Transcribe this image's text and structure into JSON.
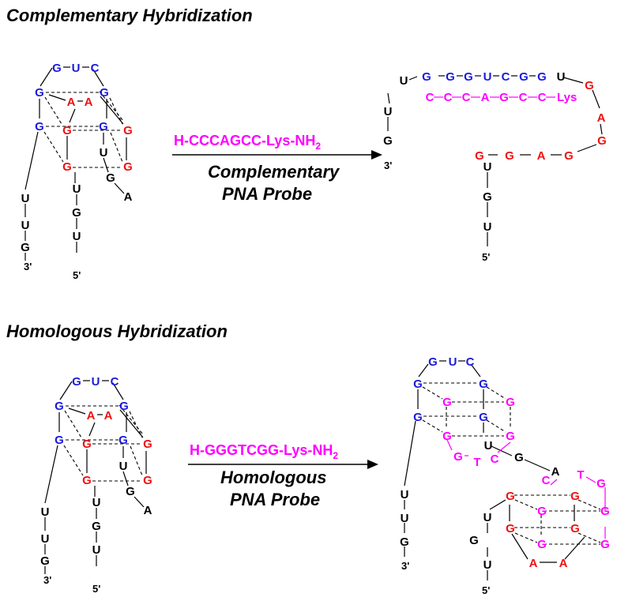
{
  "titles": {
    "top": "Complementary Hybridization",
    "bottom": "Homologous Hybridization"
  },
  "reactions": {
    "top": {
      "probe": "H-CCCAGCC-Lys-NH",
      "probe_sub": "2",
      "label_line1": "Complementary",
      "label_line2": "PNA Probe"
    },
    "bottom": {
      "probe": "H-GGGTCGG-Lys-NH",
      "probe_sub": "2",
      "label_line1": "Homologous",
      "label_line2": "PNA Probe"
    }
  },
  "ends": {
    "three": "3'",
    "five": "5'"
  },
  "complex_probe": {
    "lys": "Lys"
  },
  "colors": {
    "loop_blue": "#1a1adc",
    "g_red": "#ee1111",
    "pna_magenta": "#ff00ff",
    "other_black": "#000000"
  }
}
